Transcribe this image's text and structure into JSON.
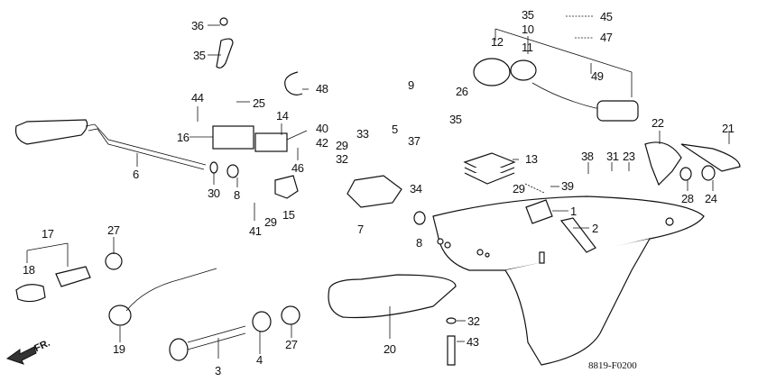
{
  "diagram": {
    "title": "Outboard motor under-cover parts exploded view",
    "reference_code": "8819-F0200",
    "direction_indicator": "FR.",
    "callouts": [
      {
        "id": "c36",
        "text": "36"
      },
      {
        "id": "c35a",
        "text": "35"
      },
      {
        "id": "c48",
        "text": "48"
      },
      {
        "id": "c44",
        "text": "44"
      },
      {
        "id": "c25",
        "text": "25"
      },
      {
        "id": "c16",
        "text": "16"
      },
      {
        "id": "c14",
        "text": "14"
      },
      {
        "id": "c40",
        "text": "40"
      },
      {
        "id": "c42",
        "text": "42"
      },
      {
        "id": "c33",
        "text": "33"
      },
      {
        "id": "c29a",
        "text": "29"
      },
      {
        "id": "c32a",
        "text": "32"
      },
      {
        "id": "c46",
        "text": "46"
      },
      {
        "id": "c6",
        "text": "6"
      },
      {
        "id": "c30",
        "text": "30"
      },
      {
        "id": "c8a",
        "text": "8"
      },
      {
        "id": "c41",
        "text": "41"
      },
      {
        "id": "c29b",
        "text": "29"
      },
      {
        "id": "c15",
        "text": "15"
      },
      {
        "id": "c7",
        "text": "7"
      },
      {
        "id": "c34",
        "text": "34"
      },
      {
        "id": "c8b",
        "text": "8"
      },
      {
        "id": "c35b",
        "text": "35"
      },
      {
        "id": "c45",
        "text": "45"
      },
      {
        "id": "c10",
        "text": "10"
      },
      {
        "id": "c47",
        "text": "47"
      },
      {
        "id": "c12",
        "text": "12"
      },
      {
        "id": "c11",
        "text": "11"
      },
      {
        "id": "c49",
        "text": "49"
      },
      {
        "id": "c9",
        "text": "9"
      },
      {
        "id": "c26",
        "text": "26"
      },
      {
        "id": "c35c",
        "text": "35"
      },
      {
        "id": "c5",
        "text": "5"
      },
      {
        "id": "c37",
        "text": "37"
      },
      {
        "id": "c13",
        "text": "13"
      },
      {
        "id": "c22",
        "text": "22"
      },
      {
        "id": "c21",
        "text": "21"
      },
      {
        "id": "c38",
        "text": "38"
      },
      {
        "id": "c31",
        "text": "31"
      },
      {
        "id": "c23",
        "text": "23"
      },
      {
        "id": "c39",
        "text": "39"
      },
      {
        "id": "c29c",
        "text": "29"
      },
      {
        "id": "c28",
        "text": "28"
      },
      {
        "id": "c24",
        "text": "24"
      },
      {
        "id": "c1",
        "text": "1"
      },
      {
        "id": "c2",
        "text": "2"
      },
      {
        "id": "c17",
        "text": "17"
      },
      {
        "id": "c18",
        "text": "18"
      },
      {
        "id": "c27a",
        "text": "27"
      },
      {
        "id": "c19",
        "text": "19"
      },
      {
        "id": "c3",
        "text": "3"
      },
      {
        "id": "c4",
        "text": "4"
      },
      {
        "id": "c27b",
        "text": "27"
      },
      {
        "id": "c20",
        "text": "20"
      },
      {
        "id": "c32b",
        "text": "32"
      },
      {
        "id": "c43",
        "text": "43"
      }
    ]
  }
}
